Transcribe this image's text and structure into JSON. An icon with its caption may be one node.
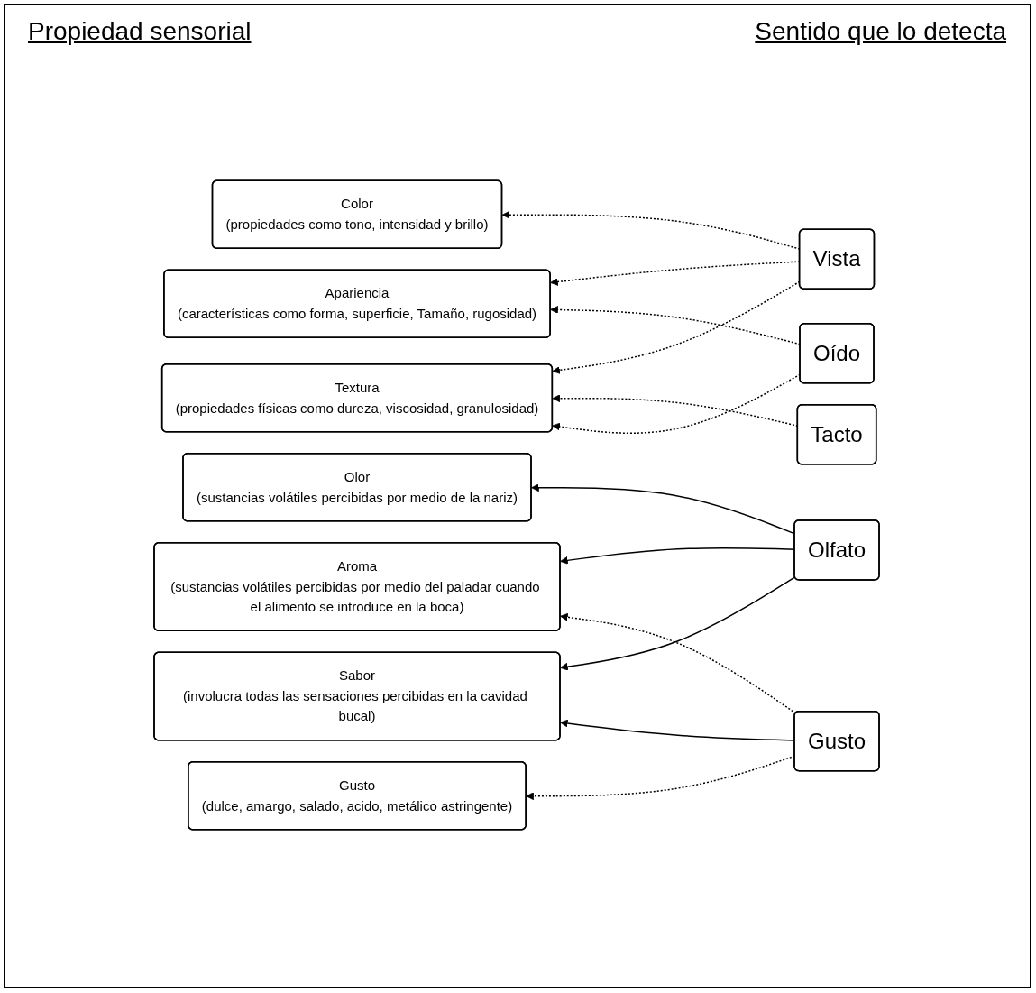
{
  "diagram": {
    "nodes": [
      {
        "text": [
          "Color",
          "(propiedades como tono, intensidad y brillo)"
        ]
      },
      {
        "text": [
          "Apariencia",
          "(características como forma, superficie, Tamaño, rugosidad)"
        ]
      },
      {
        "text": [
          "Olor",
          "(sustancias volátiles percibidas por medio de la nariz)"
        ]
      },
      {
        "text": [
          "Aroma",
          "(sustancias volátiles percibidas por medio del paladar cuando el alimento se introduce en la boca)"
        ]
      },
      {
        "text": [
          "Gusto",
          "(dulce, amargo, salado, acido, metálico astringente)"
        ]
      },
      {
        "text": [
          "Sabor",
          "(involucra todas las sensaciones percibidas en la cavidad bucal)"
        ]
      },
      {
        "text": [
          "Textura",
          "(propiedades físicas como dureza, viscosidad, granulosidad)"
        ]
      },
      {
        "text": [
          "Vista"
        ]
      },
      {
        "text": [
          "Olfato"
        ]
      },
      {
        "text": [
          "Gusto"
        ]
      },
      {
        "text": [
          "Tacto"
        ]
      },
      {
        "text": [
          "Oído"
        ]
      }
    ],
    "edges": [
      {
        "from": 7,
        "to": 0,
        "arrow": "to",
        "style": "dashed"
      },
      {
        "from": 7,
        "to": 1,
        "arrow": "to",
        "style": "dashed"
      },
      {
        "from": 7,
        "to": 6,
        "arrow": "to",
        "style": "dashed"
      },
      {
        "from": 8,
        "to": 2,
        "arrow": "to"
      },
      {
        "from": 8,
        "to": 3,
        "arrow": "to"
      },
      {
        "from": 8,
        "to": 5,
        "arrow": "to"
      },
      {
        "from": 9,
        "to": 3,
        "arrow": "to",
        "style": "dashed"
      },
      {
        "from": 9,
        "to": 4,
        "arrow": "to",
        "style": "dashed"
      },
      {
        "from": 9,
        "to": 5,
        "arrow": "to"
      },
      {
        "from": 10,
        "to": 6,
        "arrow": "to",
        "style": "dashed"
      },
      {
        "from": 11,
        "to": 6,
        "arrow": "to",
        "style": "dashed"
      },
      {
        "from": 11,
        "to": 1,
        "arrow": "to",
        "style": "dashed"
      }
    ],
    "labels": [
      "Propiedad sensorial",
      "Sentido que lo detecta"
    ]
  }
}
